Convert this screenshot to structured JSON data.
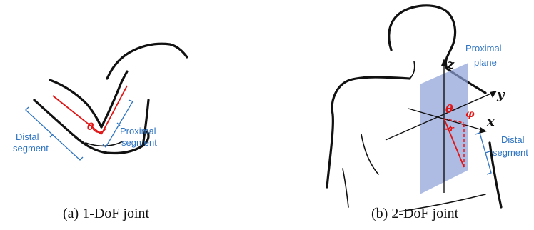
{
  "panel_a": {
    "angle_symbol": "θ",
    "distal_label": [
      "Distal",
      "segment"
    ],
    "proximal_label": [
      "Proximal",
      "segment"
    ],
    "caption": "(a) 1-DoF joint"
  },
  "panel_b": {
    "angle_theta": "θ",
    "angle_phi": "φ",
    "axis_z": "z",
    "axis_y": "y",
    "axis_x": "x",
    "plane_label": [
      "Proximal",
      "plane"
    ],
    "distal_label": [
      "Distal",
      "segment"
    ],
    "caption": "(b) 2-DoF joint"
  },
  "colors": {
    "segment_red": "#e01515",
    "label_blue": "#2e74c2",
    "plane_blue": "#8b9fd8"
  }
}
